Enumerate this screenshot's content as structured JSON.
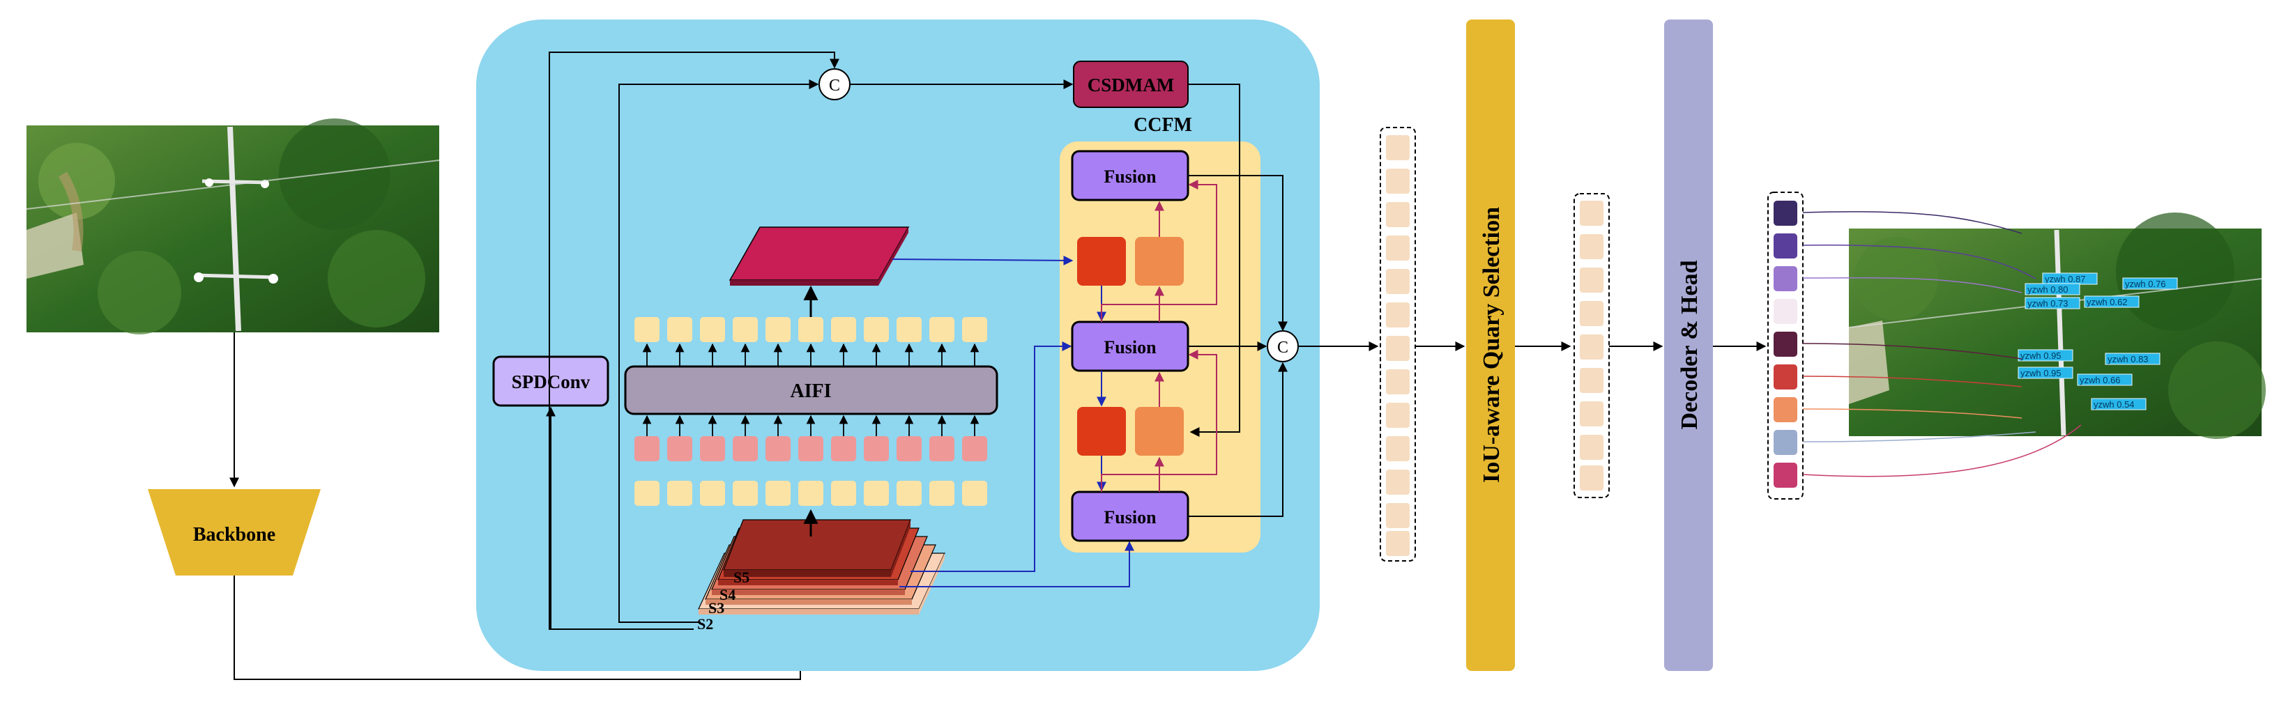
{
  "labels": {
    "backbone": "Backbone",
    "spdconv": "SPDConv",
    "aifi": "AIFI",
    "csdmam": "CSDMAM",
    "ccfm": "CCFM",
    "fusion_top": "Fusion",
    "fusion_mid": "Fusion",
    "fusion_bot": "Fusion",
    "concat_top": "C",
    "concat_right": "C",
    "iou_query": "IoU-aware Quary Selection",
    "decoder_head": "Decoder & Head",
    "s2": "S2",
    "s3": "S3",
    "s4": "S4",
    "s5": "S5"
  },
  "detections": [
    "yzwh 0.87",
    "yzwh 0.80",
    "yzwh 0.76",
    "yzwh 0.73",
    "yzwh 0.62",
    "yzwh 0.95",
    "yzwh 0.95",
    "yzwh 0.83",
    "yzwh 0.66",
    "yzwh 0.54"
  ],
  "colors": {
    "main_panel": "#8fd6ef",
    "ccfm_panel": "#fde29b",
    "fusion": "#a97ff6",
    "aifi": "#a69bb3",
    "spdconv": "#c8b4fb",
    "csdmam": "#b0295a",
    "backbone": "#e6b830",
    "iou_bar": "#e6b830",
    "decoder_bar": "#a9aad4",
    "token": "#fbe3a6",
    "token_pink": "#ef9898",
    "feature_flat": "#c81e55",
    "red_block": "#de3a17",
    "orange_block": "#ef8c4d"
  },
  "query_colors": [
    "#3a2a66",
    "#5a3e9b",
    "#9a77cf",
    "#f4e9f0",
    "#5a1f3e",
    "#cc3e3a",
    "#ef9060",
    "#9aaccd",
    "#c73a6e"
  ]
}
